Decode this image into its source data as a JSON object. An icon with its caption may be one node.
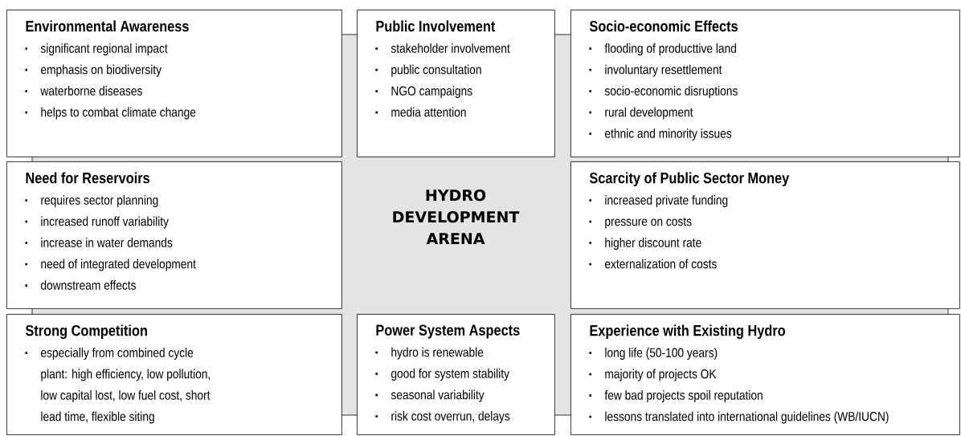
{
  "diagram": {
    "nodes": [
      {
        "text": [
          "Environmental Awareness",
          "significant regional impact",
          "emphasis on biodiversity",
          "waterborne diseases",
          "helps to combat climate change"
        ]
      },
      {
        "text": [
          "Public Involvement",
          "stakeholder involvement",
          "public consultation",
          "NGO campaigns",
          "media attention"
        ]
      },
      {
        "text": [
          "Socio-economic Effects",
          "flooding of producttive land",
          "involuntary resettlement",
          "socio-economic disruptions",
          "rural development",
          "ethnic and minority issues"
        ]
      },
      {
        "text": [
          "Need for Reservoirs",
          "requires sector planning",
          "increased runoff variability",
          "increase in water demands",
          "need of integrated development",
          "downstream effects"
        ]
      },
      {
        "text": [
          "HYDRO DEVELOPMENT ARENA"
        ]
      },
      {
        "text": [
          "Scarcity of Public Sector Money",
          "increased private funding",
          "pressure on costs",
          "higher discount rate",
          "externalization of costs"
        ]
      },
      {
        "text": [
          "Strong Competition",
          "especially from combined cycle plant: high efficiency, low pollution, low capital lost, low fuel cost, short lead time, flexible siting"
        ]
      },
      {
        "text": [
          "Power System Aspects",
          "hydro is renewable",
          "good for system stability",
          "seasonal variability",
          "risk cost overrun, delays"
        ]
      },
      {
        "text": [
          "Experience with Existing Hydro",
          "long life (50-100 years)",
          "majority of projects OK",
          "few bad projects spoil reputation",
          "lessons translated into international guidelines (WB/IUCN)"
        ]
      }
    ]
  }
}
